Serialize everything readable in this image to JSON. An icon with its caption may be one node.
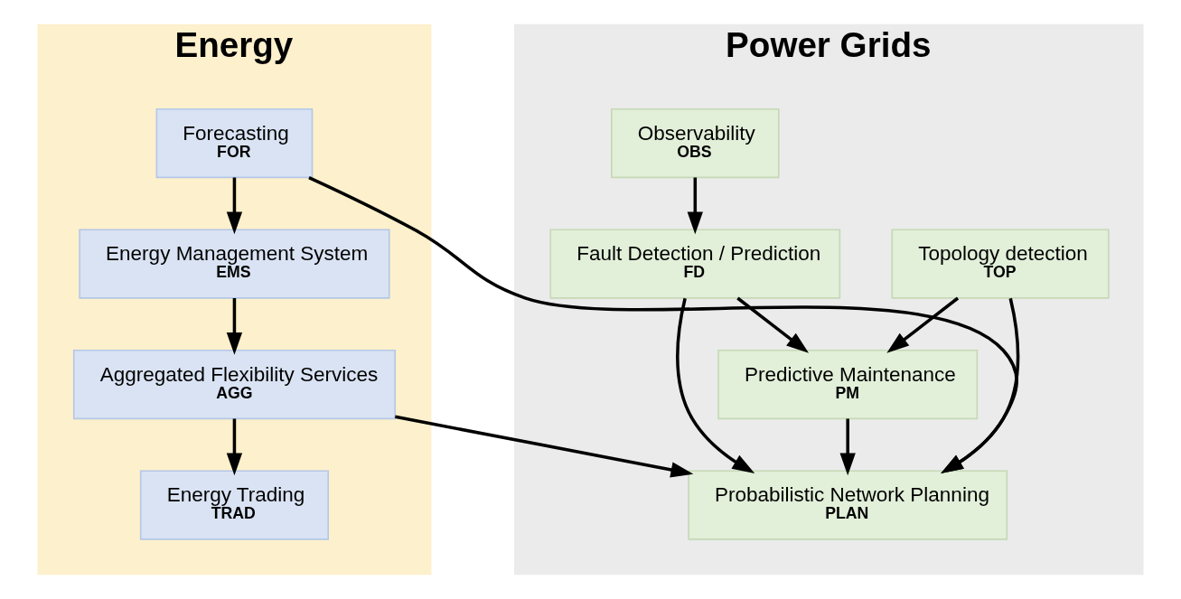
{
  "diagram": {
    "nodes": [
      {
        "text": [
          "Power Grids"
        ]
      },
      {
        "text": [
          "Topology detection",
          "TOP"
        ],
        "in": 0
      },
      {
        "text": [
          "Observability",
          "OBS"
        ],
        "in": 0
      },
      {
        "text": [
          "Fault Detection / Prediction",
          "FD"
        ],
        "in": 0
      },
      {
        "text": [
          "Predictive Maintenance",
          "PM"
        ],
        "in": 0
      },
      {
        "text": [
          "Probabilistic Network Planning",
          "PLAN"
        ],
        "in": 0
      },
      {
        "text": [
          "Energy"
        ]
      },
      {
        "text": [
          "Forecasting",
          "FOR"
        ],
        "in": 6
      },
      {
        "text": [
          "Energy Management System",
          "EMS"
        ],
        "in": 6
      },
      {
        "text": [
          "Aggregated Flexibility Services",
          "AGG"
        ],
        "in": 6
      },
      {
        "text": [
          "Energy Trading",
          "TRAD"
        ],
        "in": 6
      }
    ],
    "edges": [
      {
        "from": 2,
        "to": 3,
        "arrow": "to"
      },
      {
        "from": 1,
        "to": 4,
        "arrow": "to"
      },
      {
        "from": 3,
        "to": 4,
        "arrow": "to"
      },
      {
        "from": 1,
        "to": 5,
        "arrow": "to"
      },
      {
        "from": 3,
        "to": 5,
        "arrow": "to"
      },
      {
        "from": 4,
        "to": 5,
        "arrow": "to"
      },
      {
        "from": 7,
        "to": 8,
        "arrow": "to"
      },
      {
        "from": 8,
        "to": 9,
        "arrow": "to"
      },
      {
        "from": 9,
        "to": 10,
        "arrow": "to"
      },
      {
        "from": 7,
        "to": 5,
        "arrow": "to"
      },
      {
        "from": 9,
        "to": 5,
        "arrow": "to"
      }
    ]
  }
}
